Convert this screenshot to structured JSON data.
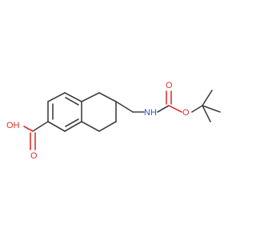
{
  "molecule": {
    "atoms": {
      "nh": "NH",
      "oh": "OH",
      "o_carbonyl_acid": "O",
      "o_carbonyl_boc": "O",
      "o_ester_boc": "O"
    },
    "colors": {
      "bond": "#404040",
      "oxygen": "#e03030",
      "nitrogen": "#3050c8",
      "background": "#ffffff"
    }
  }
}
